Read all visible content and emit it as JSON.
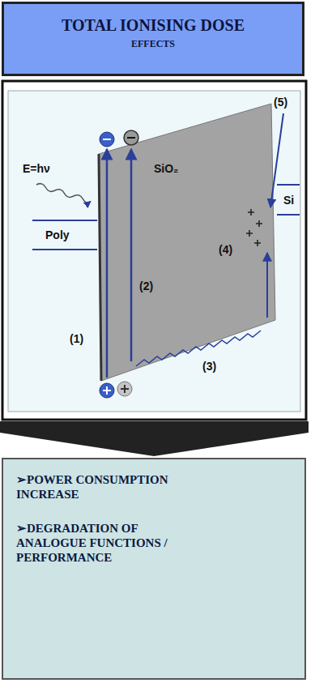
{
  "diagram": {
    "nodes": [
      {
        "text": [
          "TOTAL IONISING DOSE",
          "EFFECTS"
        ]
      },
      {
        "text": [
          "➢POWER CONSUMPTION INCREASE",
          "➢DEGRADATION OF ANALOGUE FUNCTIONS / PERFORMANCE"
        ]
      }
    ],
    "labels": [
      "E=hν",
      "SiO₂",
      "Poly",
      "Si",
      "(1)",
      "(2)",
      "(3)",
      "(4)",
      "(5)"
    ]
  }
}
